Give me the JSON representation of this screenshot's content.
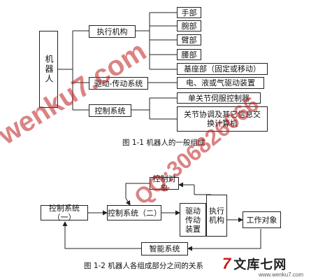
{
  "fig1": {
    "root": "机器人",
    "level1": [
      "执行机构",
      "驱动-传动系统",
      "控制系统"
    ],
    "exec_parts": [
      "手部",
      "腕部",
      "臂部",
      "腰部",
      "基座部（固定或移动）"
    ],
    "drive_parts": [
      "电、液或气驱动装置"
    ],
    "control_parts": [
      "单关节伺服控制器",
      "关节协调及其它信息交换计算机"
    ],
    "caption": "图 1-1 机器人的一般组成"
  },
  "fig2": {
    "nodes": {
      "ctrl1": "控制系统（一）",
      "ctrl2": "控制系统（二）",
      "ctrl_obj": "控制对象",
      "drive": "驱动传动装置",
      "exec": "执行机构",
      "work": "工作对象",
      "smart": "智能系统"
    },
    "caption": "图 1-2 机器人各组成部分之间的关系"
  },
  "watermark": {
    "line1": "wenku7.com",
    "line2": "QQ:306826066",
    "logo_mark": "7",
    "logo_text": "文库七网",
    "logo_url": "www.wenku7.com"
  },
  "colors": {
    "line": "#222222",
    "watermark": "#c41e1e"
  }
}
